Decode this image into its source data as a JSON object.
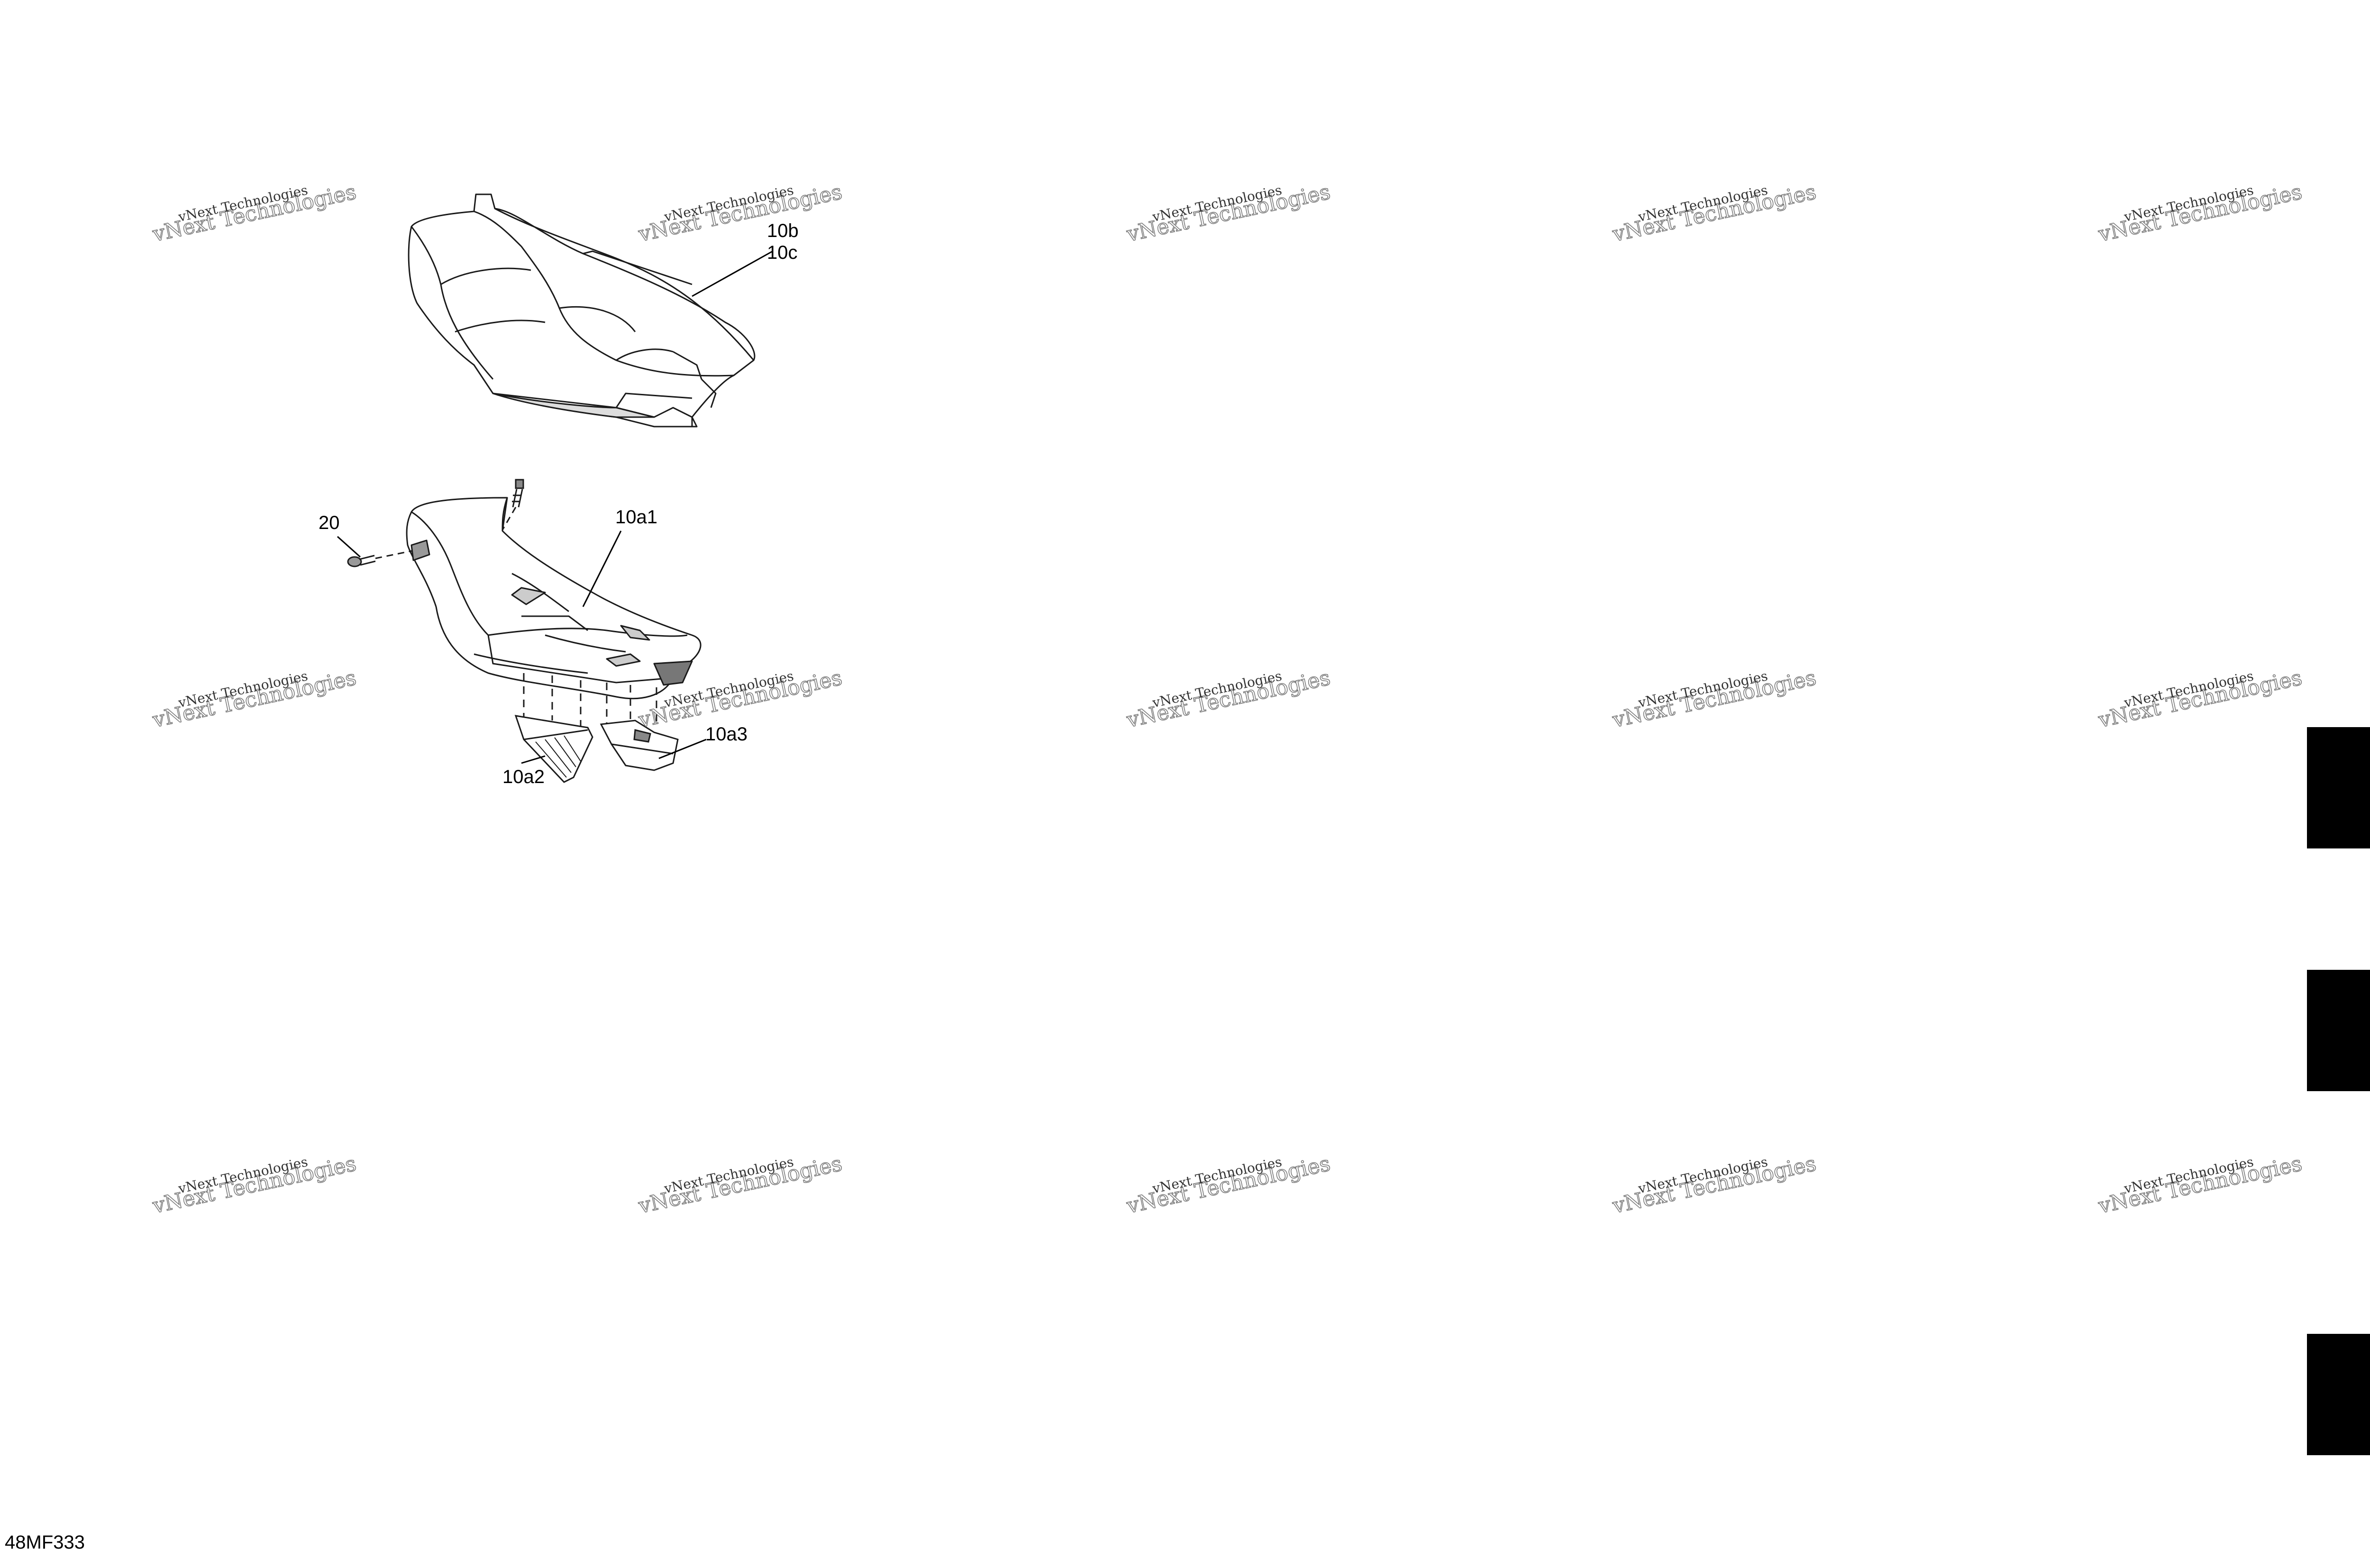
{
  "diagram": {
    "callouts": {
      "c10b": "10b",
      "c10c": "10c",
      "c10a1": "10a1",
      "c20": "20",
      "c10a2": "10a2",
      "c10a3": "10a3"
    },
    "reference_code": "48MF333"
  },
  "watermark": {
    "line1": "vNext Technologies",
    "line2": "vNext Technologies"
  },
  "colors": {
    "ink": "#000000",
    "tab": "#000000",
    "background": "#ffffff"
  }
}
